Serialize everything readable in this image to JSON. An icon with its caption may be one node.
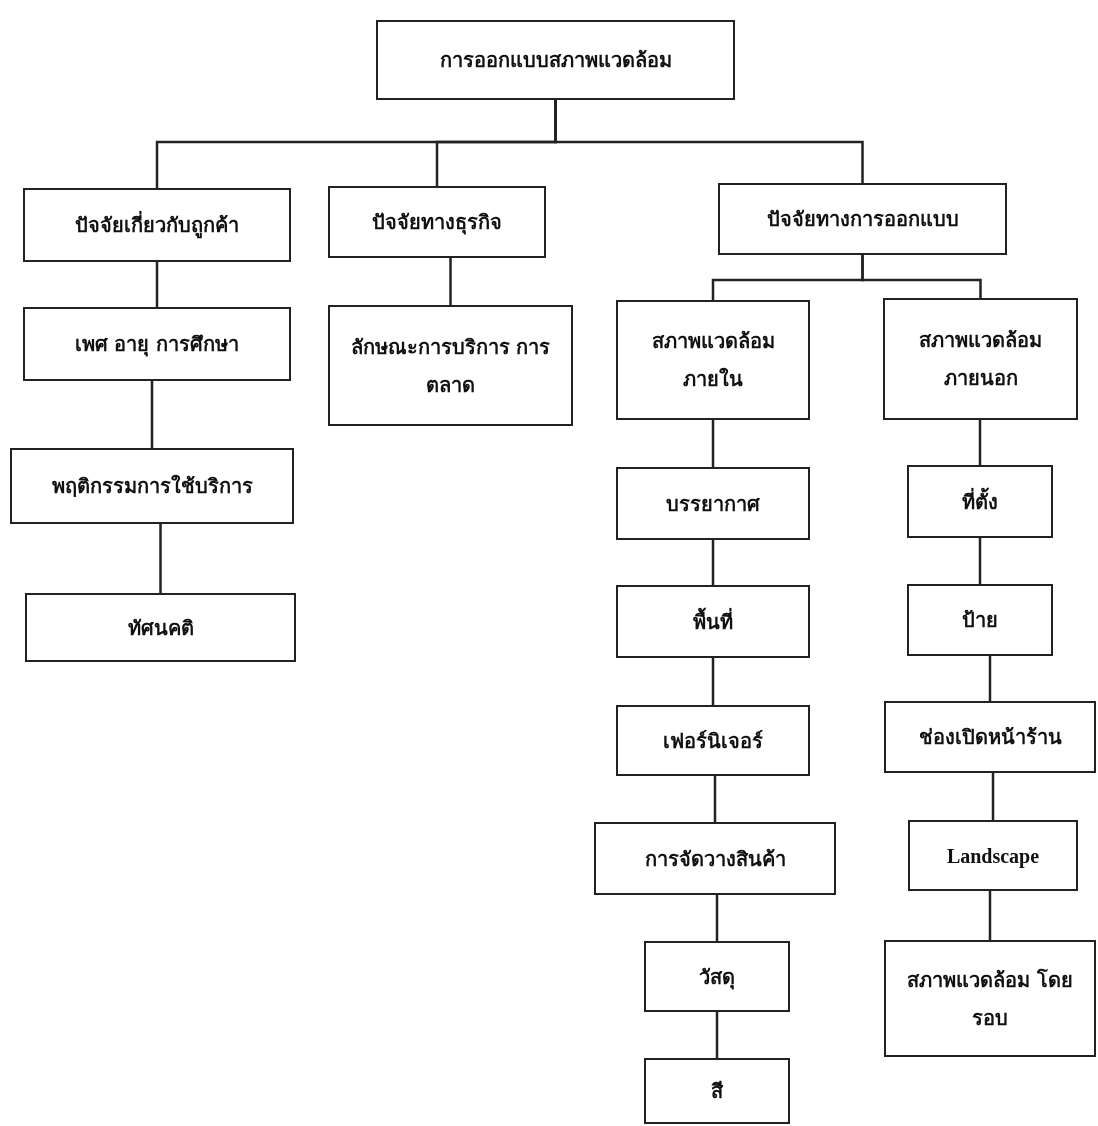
{
  "diagram": {
    "nodes": [
      {
        "text": [
          "การออกแบบสภาพแวดล้อม"
        ]
      },
      {
        "text": [
          "ปัจจัยเกี่ยวกับถูกค้า"
        ]
      },
      {
        "text": [
          "ปัจจัยทางธุรกิจ"
        ]
      },
      {
        "text": [
          "ปัจจัยทางการออกแบบ"
        ]
      },
      {
        "text": [
          "เพศ อายุ การศึกษา"
        ]
      },
      {
        "text": [
          "ลักษณะการบริการ การตลาด"
        ]
      },
      {
        "text": [
          "สภาพแวดล้อม ภายใน"
        ]
      },
      {
        "text": [
          "สภาพแวดล้อม ภายนอก"
        ]
      },
      {
        "text": [
          "พฤติกรรมการใช้บริการ"
        ]
      },
      {
        "text": [
          "ทัศนคติ"
        ]
      },
      {
        "text": [
          "บรรยากาศ"
        ]
      },
      {
        "text": [
          "ที่ตั้ง"
        ]
      },
      {
        "text": [
          "พื้นที่"
        ]
      },
      {
        "text": [
          "ป้าย"
        ]
      },
      {
        "text": [
          "เฟอร์นิเจอร์"
        ]
      },
      {
        "text": [
          "ช่องเปิดหน้าร้าน"
        ]
      },
      {
        "text": [
          "การจัดวางสินค้า"
        ]
      },
      {
        "text": [
          "Landscape"
        ]
      },
      {
        "text": [
          "วัสดุ"
        ]
      },
      {
        "text": [
          "สภาพแวดล้อม โดยรอบ"
        ]
      },
      {
        "text": [
          "สี"
        ]
      }
    ],
    "edges": [
      {
        "from": 0,
        "to": 1,
        "arrow": "none"
      },
      {
        "from": 0,
        "to": 2,
        "arrow": "none"
      },
      {
        "from": 0,
        "to": 3,
        "arrow": "none"
      },
      {
        "from": 1,
        "to": 4,
        "arrow": "none"
      },
      {
        "from": 4,
        "to": 8,
        "arrow": "none"
      },
      {
        "from": 8,
        "to": 9,
        "arrow": "none"
      },
      {
        "from": 2,
        "to": 5,
        "arrow": "none"
      },
      {
        "from": 3,
        "to": 6,
        "arrow": "none"
      },
      {
        "from": 3,
        "to": 7,
        "arrow": "none"
      },
      {
        "from": 6,
        "to": 10,
        "arrow": "none"
      },
      {
        "from": 10,
        "to": 12,
        "arrow": "none"
      },
      {
        "from": 12,
        "to": 14,
        "arrow": "none"
      },
      {
        "from": 14,
        "to": 16,
        "arrow": "none"
      },
      {
        "from": 16,
        "to": 18,
        "arrow": "none"
      },
      {
        "from": 18,
        "to": 20,
        "arrow": "none"
      },
      {
        "from": 7,
        "to": 11,
        "arrow": "none"
      },
      {
        "from": 11,
        "to": 13,
        "arrow": "none"
      },
      {
        "from": 13,
        "to": 15,
        "arrow": "none"
      },
      {
        "from": 15,
        "to": 17,
        "arrow": "none"
      },
      {
        "from": 17,
        "to": 19,
        "arrow": "none"
      }
    ]
  }
}
